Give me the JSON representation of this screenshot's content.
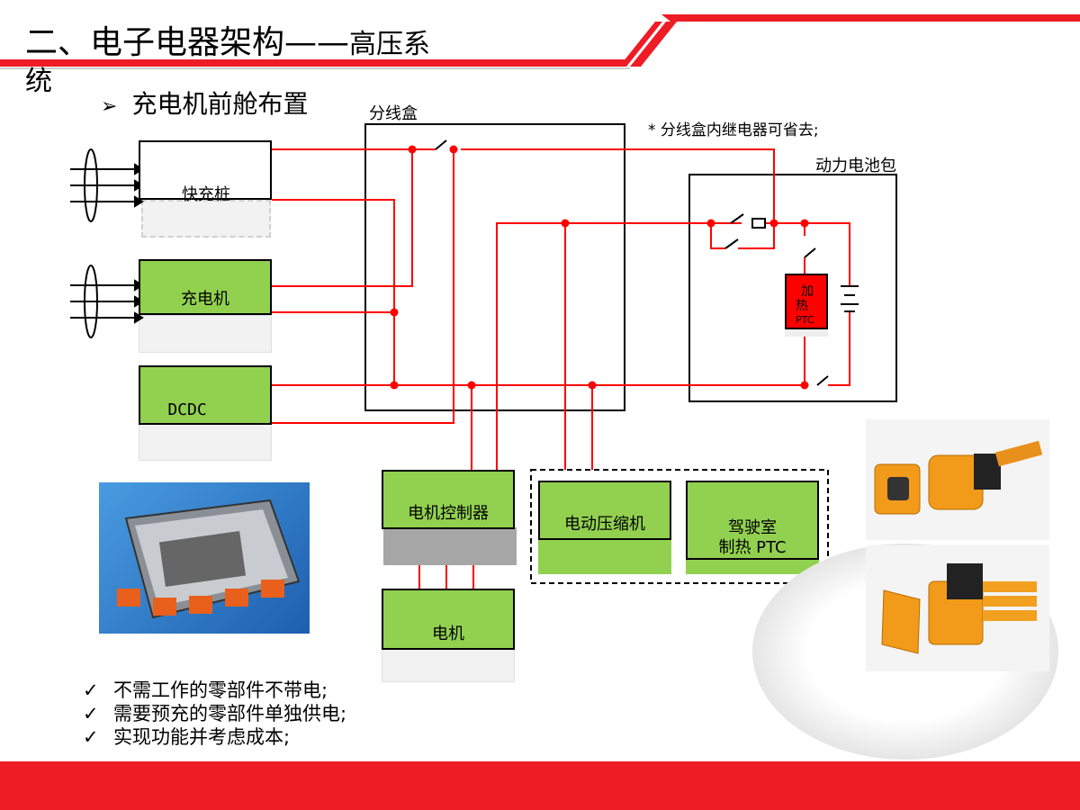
{
  "title": {
    "main": "二、电子电器架构——",
    "sub": "高压系",
    "wrap": "统"
  },
  "subtitle": {
    "arrow": "➢",
    "text": "充电机前舱布置"
  },
  "labels": {
    "junction_box": "分线盒",
    "relay_note": "* 分线盒内继电器可省去;",
    "battery_pack": "动力电池包",
    "fast_charger": "快充桩",
    "charger": "充电机",
    "dcdc": "DCDC",
    "motor_controller": "电机控制器",
    "motor": "电机",
    "e_compressor": "电动压缩机",
    "cabin_ptc_line1": "驾驶室",
    "cabin_ptc_line2": "制热 PTC",
    "heater_ptc_line1": "加",
    "heater_ptc_line2": "热",
    "heater_ptc_line3": "PTC"
  },
  "checklist": {
    "mark": "✓",
    "items": [
      "不需工作的零部件不带电;",
      "需要预充的零部件单独供电;",
      "实现功能并考虑成本;"
    ]
  },
  "colors": {
    "accent": "#ee1c25",
    "component": "#92d050",
    "wire": "#ff0000",
    "ptc": "#ff0000"
  },
  "photos": {
    "junction_box_photo": "junction-box-photo",
    "connector_photo_top": "hv-connector-photo",
    "connector_photo_bottom": "hv-connector-photo"
  }
}
